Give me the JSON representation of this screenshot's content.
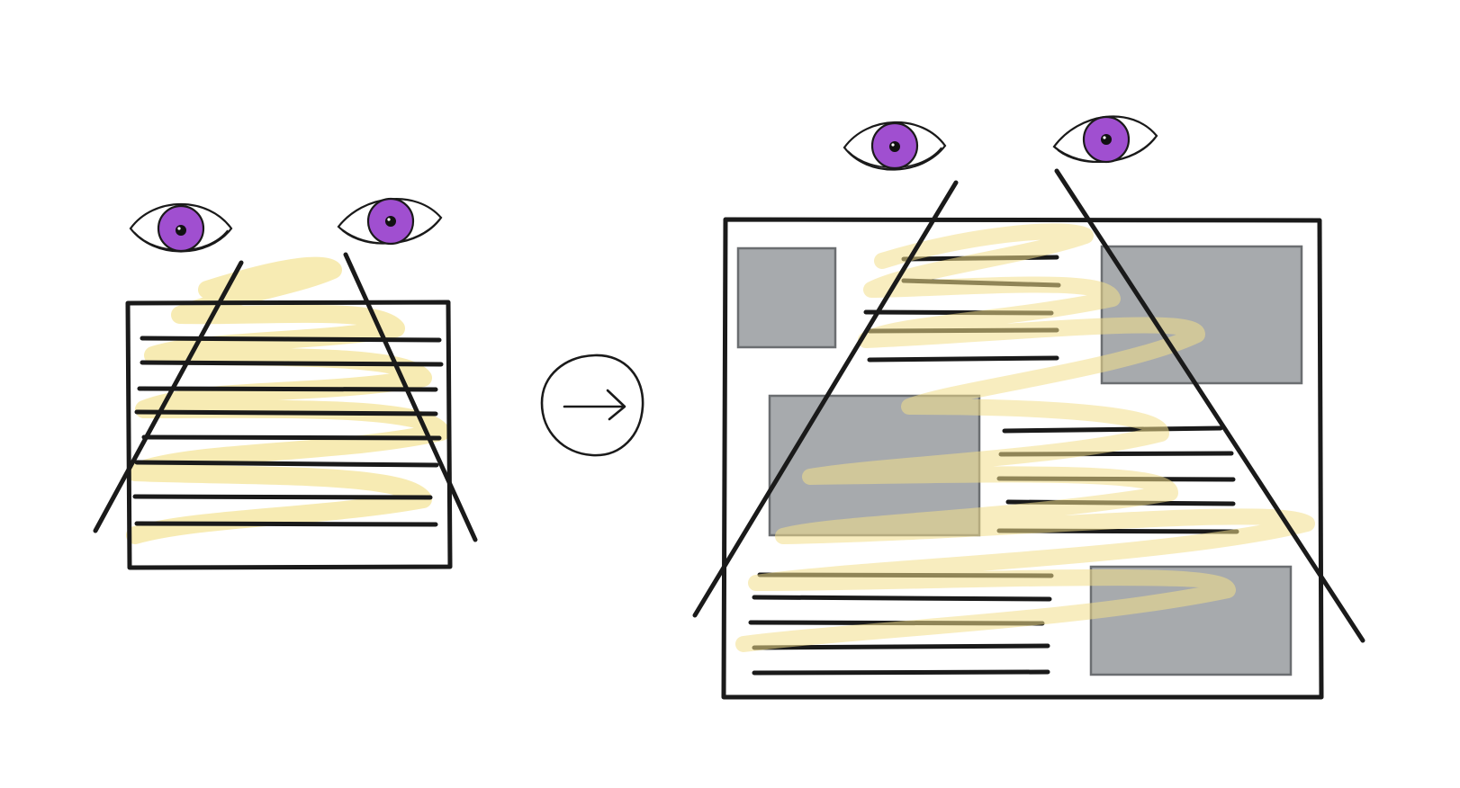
{
  "colors": {
    "background": "#ffffff",
    "ink": "#1a1a1a",
    "iris": "#a04fd0",
    "highlight": "#f6e7a6",
    "image_fill": "#a7aaad",
    "image_stroke": "#6b6e71"
  },
  "panels": {
    "before": {
      "layout": "text-only",
      "icons": [
        "eye-icon",
        "eye-icon"
      ],
      "text_lines": 8,
      "image_blocks": 0
    },
    "arrow": {
      "icon": "arrow-right-icon"
    },
    "after": {
      "layout": "text-and-images",
      "icons": [
        "eye-icon",
        "eye-icon"
      ],
      "text_lines": 15,
      "image_blocks": 4
    }
  }
}
